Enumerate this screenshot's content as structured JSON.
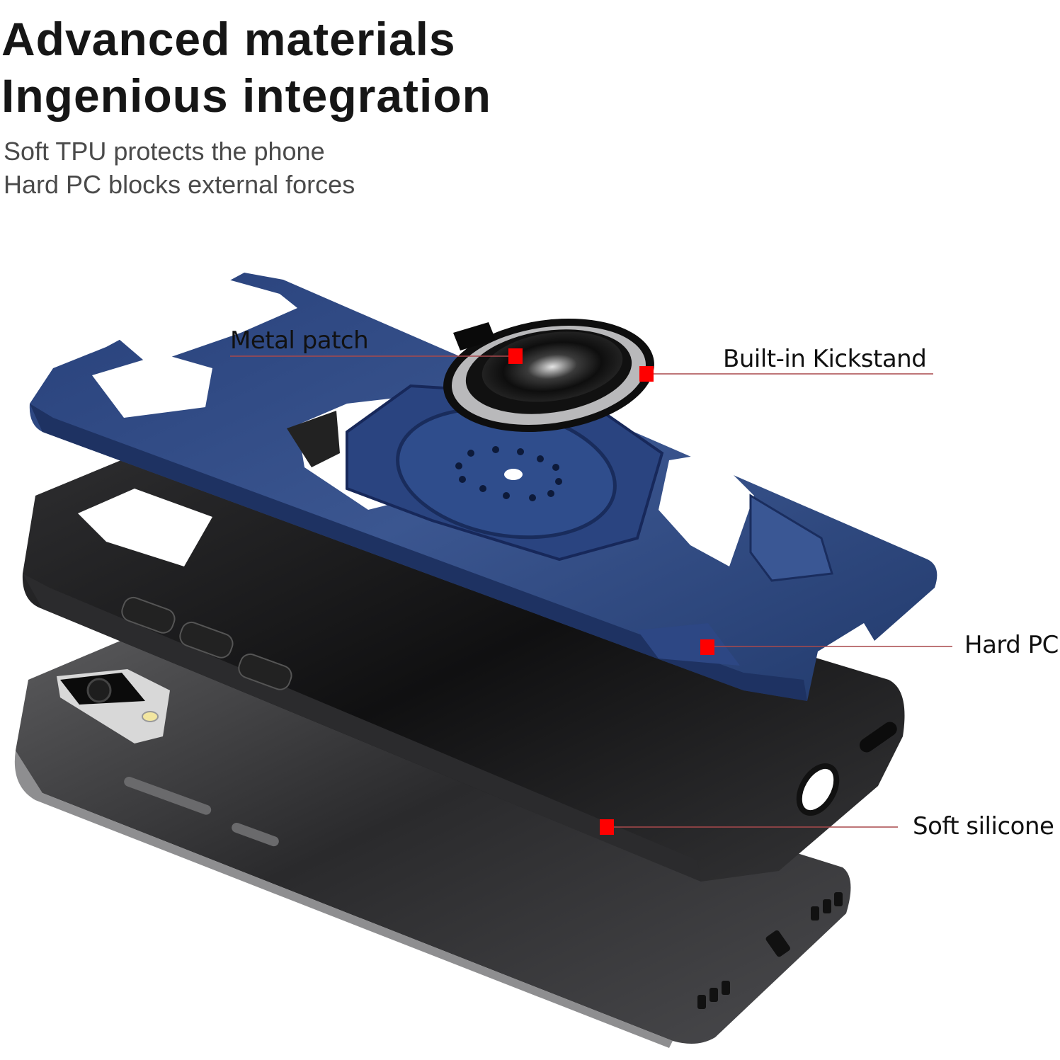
{
  "headline": {
    "line1": "Advanced materials",
    "line2": "Ingenious integration"
  },
  "subheadline": {
    "line1": "Soft TPU protects the phone",
    "line2": "Hard PC blocks external forces"
  },
  "callouts": [
    {
      "id": "metal-patch",
      "label": "Metal patch"
    },
    {
      "id": "kickstand",
      "label": "Built-in Kickstand"
    },
    {
      "id": "hard-pc",
      "label": "Hard PC"
    },
    {
      "id": "soft-silicone",
      "label": "Soft silicone"
    }
  ],
  "colors": {
    "marker": "#ff0000",
    "leader_line": "#a8494c",
    "hard_pc_blue": "#2c4478",
    "silicone_black": "#1b1b1b",
    "phone_gray": "#3a3a3c",
    "ring_silver": "#b9b9bb"
  }
}
